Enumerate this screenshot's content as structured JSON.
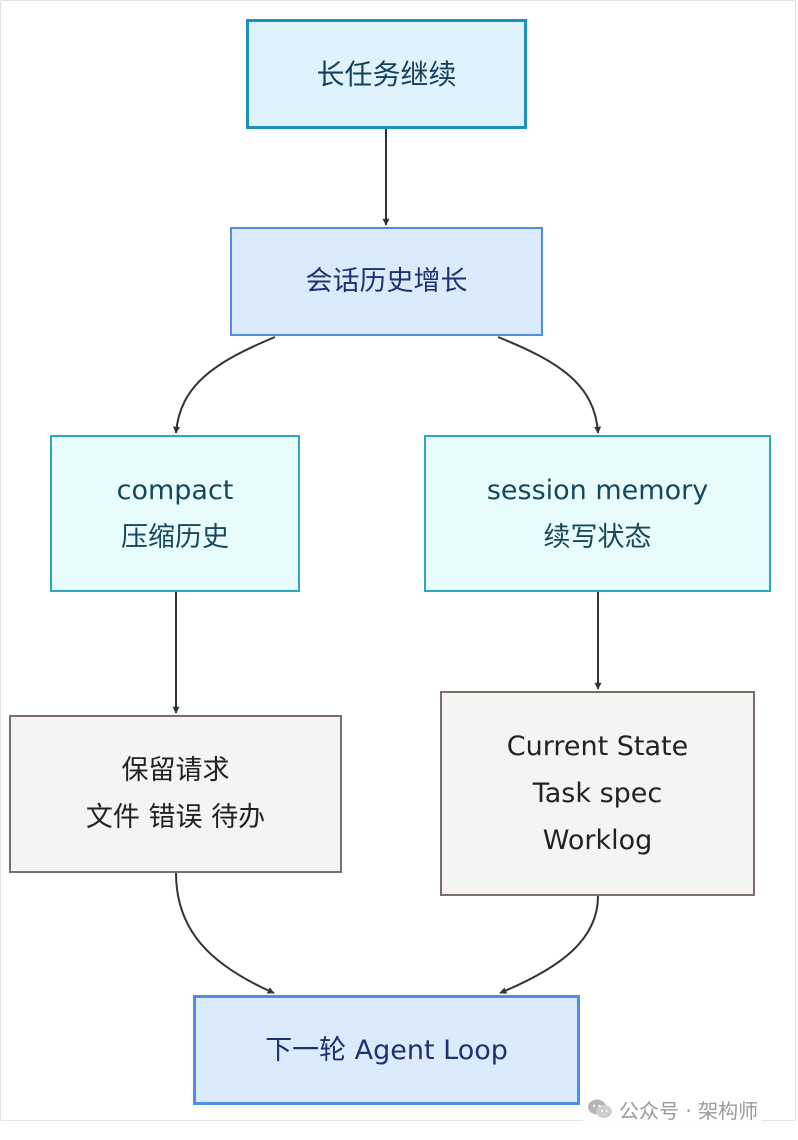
{
  "diagram": {
    "nodes": {
      "task_continue": {
        "lines": [
          "长任务继续"
        ]
      },
      "history_growth": {
        "lines": [
          "会话历史增长"
        ]
      },
      "compact": {
        "lines": [
          "compact",
          "压缩历史"
        ]
      },
      "session_memory": {
        "lines": [
          "session memory",
          "续写状态"
        ]
      },
      "keep": {
        "lines": [
          "保留请求",
          "文件 错误 待办"
        ]
      },
      "state": {
        "lines": [
          "Current State",
          "Task spec",
          "Worklog"
        ]
      },
      "next_loop": {
        "lines": [
          "下一轮 Agent Loop"
        ]
      }
    },
    "edges": [
      {
        "from": "task_continue",
        "to": "history_growth"
      },
      {
        "from": "history_growth",
        "to": "compact"
      },
      {
        "from": "history_growth",
        "to": "session_memory"
      },
      {
        "from": "compact",
        "to": "keep"
      },
      {
        "from": "session_memory",
        "to": "state"
      },
      {
        "from": "keep",
        "to": "next_loop"
      },
      {
        "from": "state",
        "to": "next_loop"
      }
    ]
  },
  "watermark": {
    "text": "公众号 · 架构师",
    "icon": "wechat-icon"
  }
}
